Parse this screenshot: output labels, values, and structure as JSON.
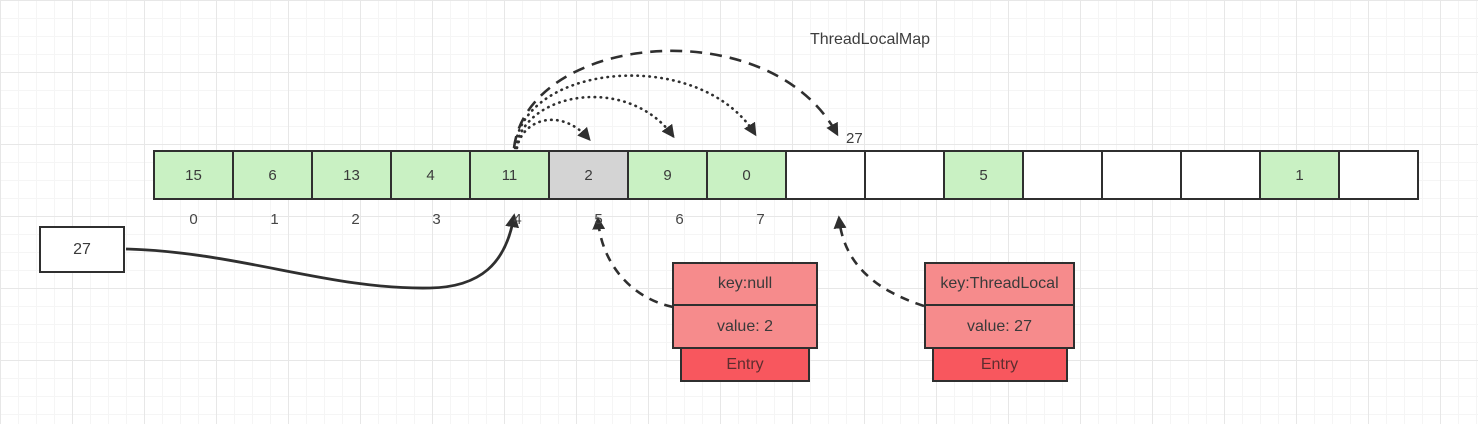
{
  "title": "ThreadLocalMap",
  "slot8_label": "27",
  "pointer_box": {
    "value": "27"
  },
  "array": {
    "cells": [
      {
        "value": "15",
        "state": "green"
      },
      {
        "value": "6",
        "state": "green"
      },
      {
        "value": "13",
        "state": "green"
      },
      {
        "value": "4",
        "state": "green"
      },
      {
        "value": "11",
        "state": "green"
      },
      {
        "value": "2",
        "state": "gray"
      },
      {
        "value": "9",
        "state": "green"
      },
      {
        "value": "0",
        "state": "green"
      },
      {
        "value": "",
        "state": "white"
      },
      {
        "value": "",
        "state": "white"
      },
      {
        "value": "5",
        "state": "green"
      },
      {
        "value": "",
        "state": "white"
      },
      {
        "value": "",
        "state": "white"
      },
      {
        "value": "",
        "state": "white"
      },
      {
        "value": "1",
        "state": "green"
      },
      {
        "value": "",
        "state": "white"
      }
    ],
    "index_labels": [
      "0",
      "1",
      "2",
      "3",
      "4",
      "5",
      "6",
      "7"
    ]
  },
  "entries": [
    {
      "key": "key:null",
      "value": "value: 2",
      "label": "Entry"
    },
    {
      "key": "key:ThreadLocal",
      "value": "value: 27",
      "label": "Entry"
    }
  ],
  "colors": {
    "line": "#2f2f2f",
    "grid_minor": "#f5f5f5",
    "grid_major": "#e7e7e7",
    "cell_green": "#c9f1c3",
    "cell_gray": "#d4d4d4",
    "entry_salmon": "#f68b8c",
    "entry_red": "#f8575e"
  }
}
